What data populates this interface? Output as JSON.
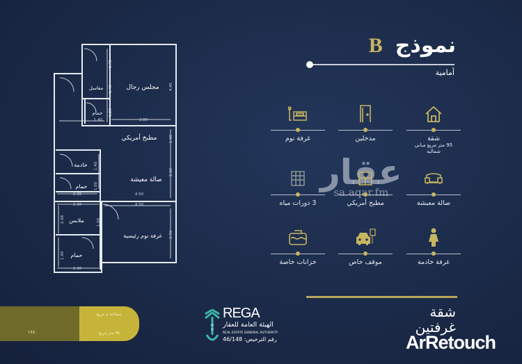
{
  "header": {
    "title_word": "نموذج",
    "model_letter": "B",
    "facing": "أمامية"
  },
  "features": [
    {
      "icon": "house-icon",
      "label": "شقة",
      "sub": "95 متر مربع مباني",
      "sub2": "شمالية"
    },
    {
      "icon": "door-icon",
      "label": "مدخلين"
    },
    {
      "icon": "bed-icon",
      "label": "غرفة نوم"
    },
    {
      "icon": "sofa-icon",
      "label": "صالة معيشة"
    },
    {
      "icon": "kitchen-icon",
      "label": "مطبخ أمريكي"
    },
    {
      "icon": "bathroom-icon",
      "label": "3 دورات مياه"
    },
    {
      "icon": "maid-icon",
      "label": "غرفة خادمة"
    },
    {
      "icon": "parking-icon",
      "label": "موقف خاص"
    },
    {
      "icon": "water-tank-icon",
      "label": "خزانات خاصة"
    }
  ],
  "floor_plan": {
    "rooms": [
      "مجلس رجال",
      "مغاسل",
      "حمام",
      "مطبخ أمريكي",
      "خادمة",
      "صالة معيشة",
      "حمام",
      "ملابس",
      "غرفة نوم رئيسية",
      "حمام"
    ],
    "dimensions": [
      "1.40",
      "1.45",
      "1.20",
      "1.40",
      "3.80",
      "4.45",
      "1.40",
      "2.80",
      "1.40",
      "1.00",
      "2.30",
      "4.50",
      "2.30",
      "4.50",
      "2.08",
      "1.00",
      "3.70",
      "1.90",
      "2.30"
    ]
  },
  "watermark": {
    "arabic": "عقار",
    "url": "sa.aqar.fm"
  },
  "apartment": {
    "line1": "شقة",
    "line2": "غرفتين"
  },
  "retouch": "ArRetouch",
  "rega": {
    "name": "REGA",
    "arabic": "الهيئة العامة للعقار",
    "english": "REAL ESTATE GENERAL AUTHORITY",
    "license": "رقم الترخيص: 46/148"
  },
  "price_badge": {
    "left": "١٨٤٠",
    "top": "مساحة م مربع",
    "bottom": "٩٥ متر مربع"
  },
  "colors": {
    "background": "#1b2a48",
    "gold": "#c8b560",
    "plan_lines": "#e6ebf3"
  }
}
